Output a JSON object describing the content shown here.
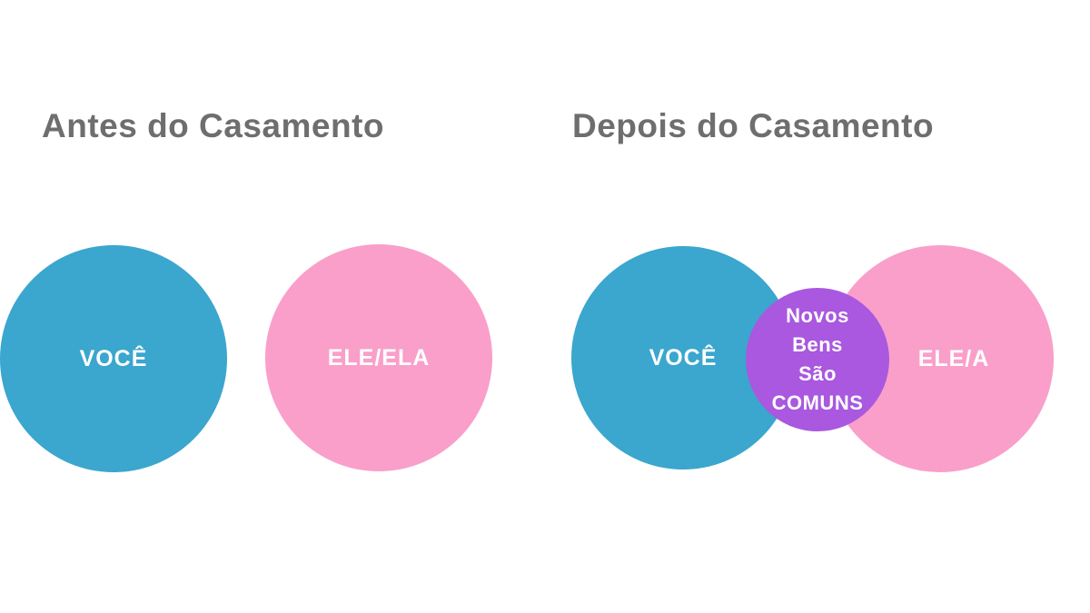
{
  "page": {
    "background": "#ffffff"
  },
  "colors": {
    "circle_blue": "#3BA6CE",
    "circle_pink": "#F99FCA",
    "circle_purple": "#A958DF",
    "title_gray": "#6E6E6E",
    "label_white": "#FFFFFF"
  },
  "before": {
    "title": "Antes do Casamento",
    "you_circle_label": "VOCÊ",
    "partner_circle_label": "ELE/ELA"
  },
  "after": {
    "title": "Depois do Casamento",
    "you_circle_label": "VOCÊ",
    "partner_circle_label": "ELE/A",
    "intersection": {
      "lines": [
        "Novos",
        "Bens",
        "São",
        "COMUNS"
      ]
    }
  }
}
